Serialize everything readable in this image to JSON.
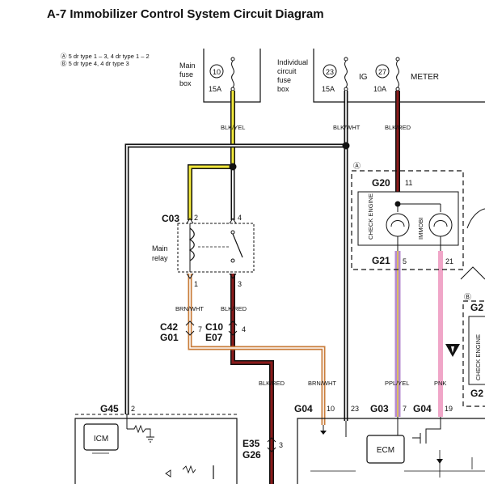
{
  "title": "A-7 Immobilizer Control System Circuit Diagram",
  "notes": {
    "a": "Ⓐ 5 dr type 1 – 3, 4 dr type 1 – 2",
    "b": "Ⓑ 5 dr type 4, 4 dr type 3"
  },
  "fuse_boxes": {
    "main": {
      "label_lines": [
        "Main",
        "fuse",
        "box"
      ],
      "fuse_no": "10",
      "rating": "15A"
    },
    "individual": {
      "label_lines": [
        "Individual",
        "circuit",
        "fuse",
        "box"
      ],
      "fuses": [
        {
          "no": "23",
          "rating": "15A",
          "name": "IG"
        },
        {
          "no": "27",
          "rating": "10A",
          "name": "METER"
        }
      ]
    }
  },
  "wires": {
    "blk_yel": "BLK/YEL",
    "blk_wht": "BLK/WHT",
    "blk_red_top": "BLK/RED",
    "brn_wht": "BRN/WHT",
    "blk_red_relay": "BLK/RED",
    "blk_red_lower": "BLK/RED",
    "brn_wht_lower": "BRN/WHT",
    "ppl_yel": "PPL/YEL",
    "pnk": "PNK"
  },
  "connectors": {
    "c03": {
      "name": "C03",
      "pin_left": "2",
      "pin_right": "4"
    },
    "relay_pins": {
      "left": "1",
      "right": "3"
    },
    "c42": {
      "name": "C42",
      "pin": "7"
    },
    "g01": {
      "name": "G01"
    },
    "c10": {
      "name": "C10",
      "pin": "4"
    },
    "e07": {
      "name": "E07"
    },
    "g20": {
      "name": "G20",
      "pin": "11"
    },
    "g21": {
      "name": "G21",
      "pin_left": "5",
      "pin_right": "21"
    },
    "g45": {
      "name": "G45",
      "pin": "2"
    },
    "g04_left": {
      "name": "G04",
      "pin": "10"
    },
    "pin23": "23",
    "g03": {
      "name": "G03",
      "pin": "7"
    },
    "g04_right": {
      "name": "G04",
      "pin": "19"
    },
    "e35": {
      "name": "E35",
      "pin": "3"
    },
    "g26": {
      "name": "G26"
    },
    "g2_top": "G2",
    "g2_bottom": "G2"
  },
  "components": {
    "main_relay": [
      "Main",
      "relay"
    ],
    "check_engine": "CHECK ENGINE",
    "immobi": "IMMOBI",
    "check_engine_right": "CHECK ENGINE",
    "icm": "ICM",
    "ecm": "ECM"
  },
  "markers": {
    "a": "Ⓐ",
    "b": "Ⓑ"
  },
  "colors": {
    "black": "#111111",
    "yellow": "#f2e93b",
    "red": "#8b1a1a",
    "brown": "#c97c3a",
    "purple": "#b58ad0",
    "pink": "#f0a6c8",
    "gray_wire": "#dddddd"
  }
}
